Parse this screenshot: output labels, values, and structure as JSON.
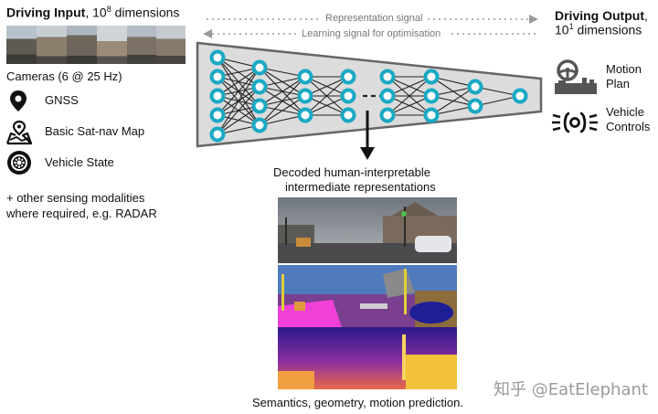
{
  "input": {
    "title_bold": "Driving Input",
    "title_rest": ", 10",
    "title_sup": "8",
    "title_end": " dimensions",
    "cameras_label": "Cameras (6 @ 25 Hz)",
    "items": [
      {
        "label": "GNSS",
        "icon": "location-pin-icon"
      },
      {
        "label": "Basic Sat-nav Map",
        "icon": "map-icon"
      },
      {
        "label": "Vehicle State",
        "icon": "wheel-icon"
      }
    ],
    "other_line1": "+ other sensing modalities",
    "other_line2": "where required, e.g. RADAR"
  },
  "signals": {
    "representation": "Representation signal",
    "learning": "Learning signal for optimisation"
  },
  "output": {
    "title_bold": "Driving Output",
    "title_rest": ",",
    "line2_pre": "10",
    "line2_sup": "1",
    "line2_end": " dimensions",
    "motion_line1": "Motion",
    "motion_line2": "Plan",
    "vehicle_line1": "Vehicle",
    "vehicle_line2": "Controls"
  },
  "decoded": {
    "line1": "Decoded human-interpretable",
    "line2": "intermediate representations"
  },
  "caption": "Semantics, geometry, motion prediction.",
  "watermark": "知乎 @EatElephant",
  "colors": {
    "node_fill": "#ffffff",
    "node_stroke": "#1aa9c4",
    "funnel_fill": "#dcdcdc"
  }
}
